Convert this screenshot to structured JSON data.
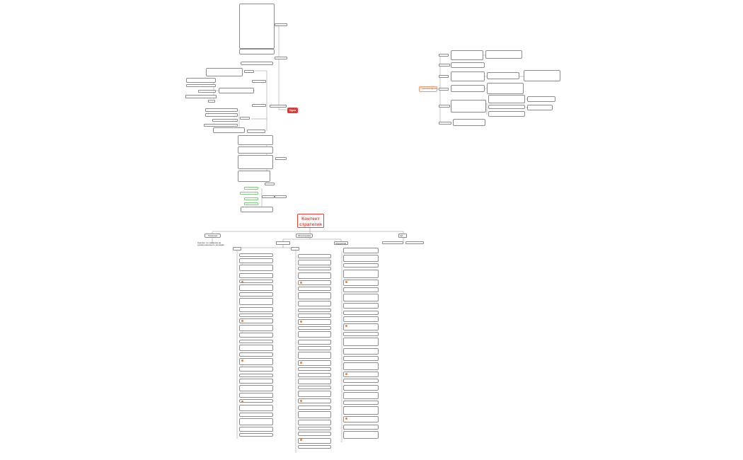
{
  "central": {
    "title": "Контент стратегия"
  },
  "branches": {
    "left": {
      "label": "Тематика",
      "note": "Контент по тематике не должен выходить за рамки"
    },
    "middle": {
      "label": "Фокусировка"
    },
    "right_a": {
      "label": "Концепции"
    },
    "right_b": {
      "label": "ЦА"
    }
  },
  "ideas": {
    "root": "Идеи"
  },
  "positioning": {
    "root": "Позиционирование"
  },
  "icons": {
    "flag": "flag-icon"
  },
  "colors": {
    "central": "#d9483b",
    "idea_root": "#d43f3a",
    "line": "#8c8c8c",
    "accent": "#e5823a"
  }
}
